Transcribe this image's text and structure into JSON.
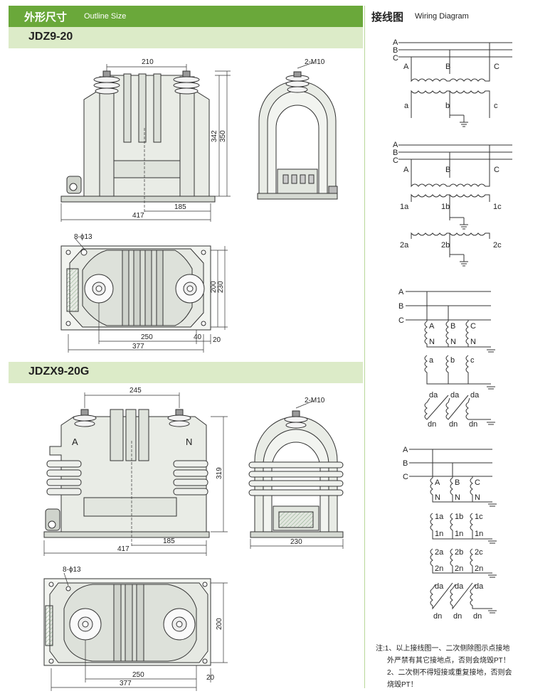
{
  "outline_header": {
    "cn": "外形尺寸",
    "en": "Outline Size"
  },
  "wiring_header": {
    "cn": "接线图",
    "en": "Wiring Diagram"
  },
  "models": [
    "JDZ9-20",
    "JDZX9-20G"
  ],
  "jdz9": {
    "front": {
      "width_top": "210",
      "h1": "342",
      "h2": "350",
      "offset": "185",
      "total": "417"
    },
    "side": {
      "bolt": "2-M10"
    },
    "plan": {
      "holes": "8-ϕ13",
      "d1": "200",
      "d2": "230",
      "w1": "250",
      "w2": "40",
      "w3": "20",
      "total": "377"
    }
  },
  "jdzx9": {
    "front": {
      "width_top": "245",
      "h1": "319",
      "offset": "185",
      "total": "417",
      "mark_a": "A",
      "mark_n": "N"
    },
    "side": {
      "bolt": "2-M10",
      "width": "230"
    },
    "plan": {
      "holes": "8-ϕ13",
      "d1": "200",
      "w1": "250",
      "w3": "20",
      "total": "377"
    }
  },
  "wiring": {
    "phases": [
      "A",
      "B",
      "C"
    ],
    "d1": {
      "primary": [
        "A",
        "B",
        "C"
      ],
      "secondary": [
        "a",
        "b",
        "c"
      ]
    },
    "d2": {
      "primary": [
        "A",
        "B",
        "C"
      ],
      "sec1": [
        "1a",
        "1b",
        "1c"
      ],
      "sec2": [
        "2a",
        "2b",
        "2c"
      ]
    },
    "d3": {
      "prim_top": [
        "A",
        "B",
        "C"
      ],
      "prim_bot": [
        "N",
        "N",
        "N"
      ],
      "sec": [
        "a",
        "b",
        "c"
      ],
      "res_top": [
        "da",
        "da",
        "da"
      ],
      "res_bot": [
        "dn",
        "dn",
        "dn"
      ]
    },
    "d4": {
      "prim_top": [
        "A",
        "B",
        "C"
      ],
      "prim_bot": [
        "N",
        "N",
        "N"
      ],
      "s1_top": [
        "1a",
        "1b",
        "1c"
      ],
      "s1_bot": [
        "1n",
        "1n",
        "1n"
      ],
      "s2_top": [
        "2a",
        "2b",
        "2c"
      ],
      "s2_bot": [
        "2n",
        "2n",
        "2n"
      ],
      "res_top": [
        "da",
        "da",
        "da"
      ],
      "res_bot": [
        "dn",
        "dn",
        "dn"
      ]
    }
  },
  "notes": {
    "prefix": "注:",
    "line1": "1、以上接线图一、二次侧除图示点接地",
    "line1b": "外严禁有其它接地点，否则会烧毁PT！",
    "line2": "2、二次侧不得短接或重复接地，否则会",
    "line2b": "烧毁PT！"
  }
}
